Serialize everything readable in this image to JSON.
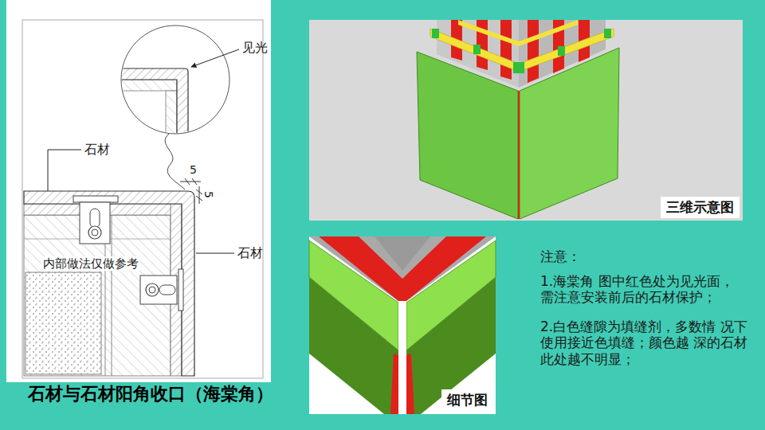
{
  "diagram": {
    "title": "石材与石材阳角收口（海棠角）",
    "nodes": [
      {
        "text": [
          "三维示意图"
        ]
      },
      {
        "text": [
          "细节图"
        ]
      }
    ],
    "labels": [
      "见光",
      "石材",
      "5",
      "5",
      "石材",
      "内部做法仅做参考",
      "注意：",
      "1.海棠角 图中红色处为见光面， 需注意安装前后的石材保护；",
      "2.白色缝隙为填缝剂，多数情 况下使用接近色填缝；颜色越 深的石材此处越不明显；"
    ]
  }
}
